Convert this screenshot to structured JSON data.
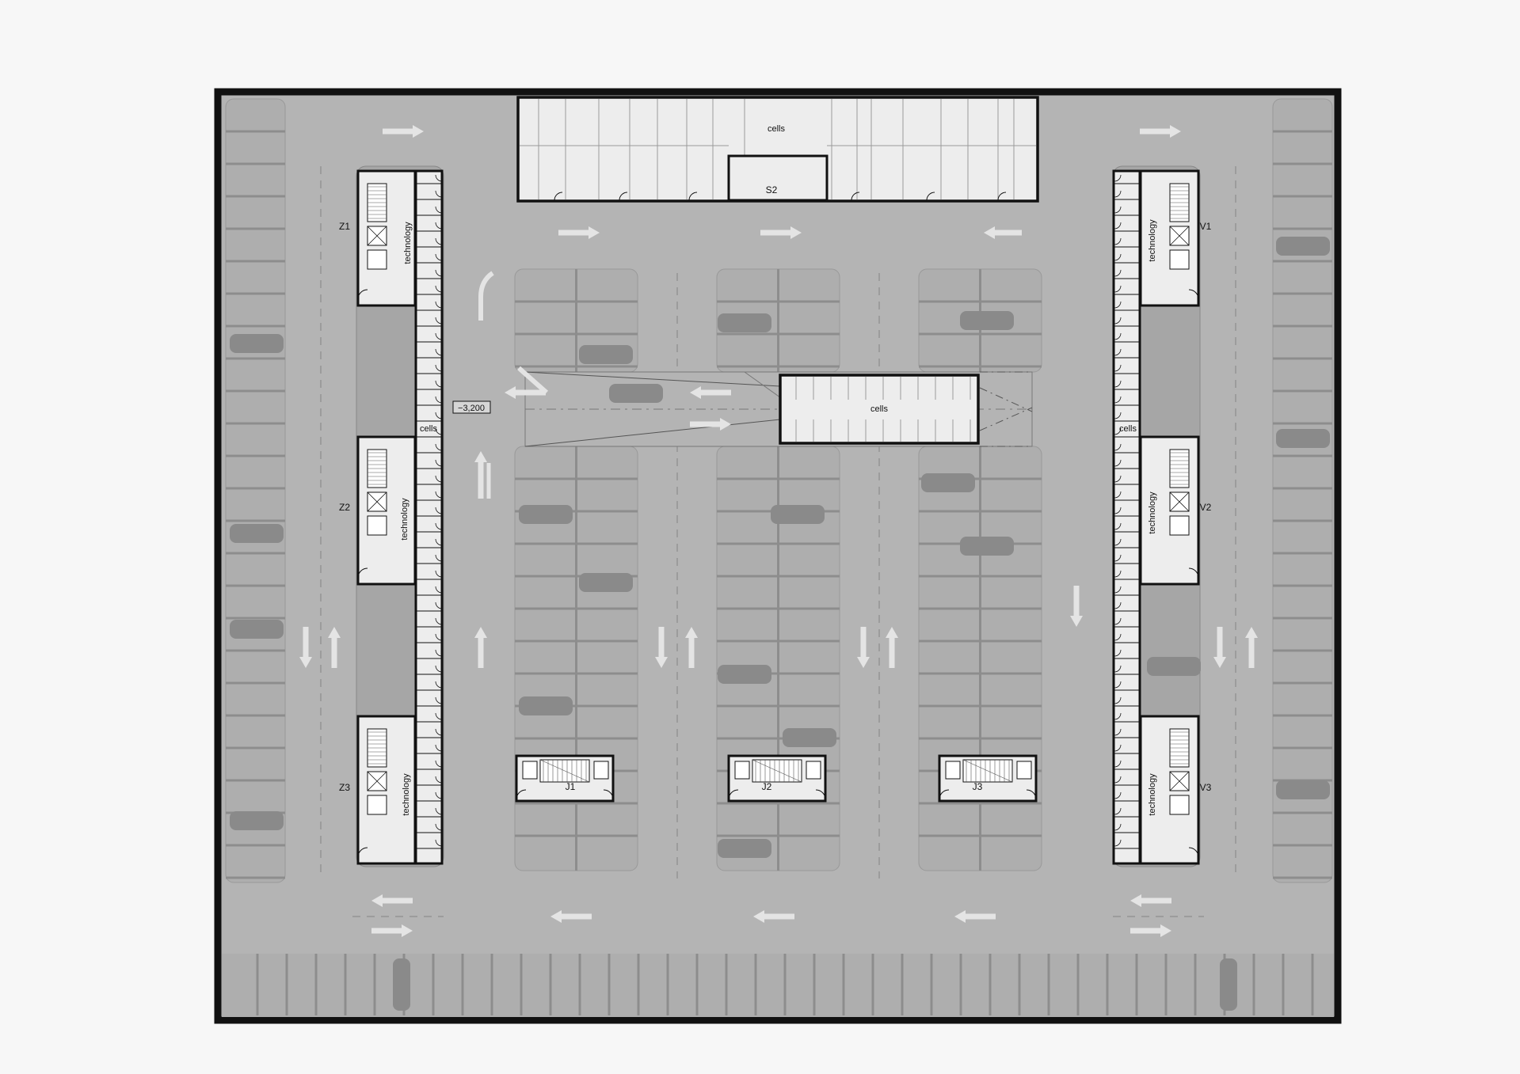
{
  "colors": {
    "background": "#f7f7f7",
    "floor": "#b4b4b4",
    "parking_bay": "#aeaeae",
    "bay_line": "#8d8d8d",
    "wall": "#111111",
    "room_fill": "#ededed",
    "car": "#8a8a8a",
    "arrow": "#e4e4e4"
  },
  "labels": {
    "top_cells": "cells",
    "center_cells": "cells",
    "left_cells": "cells",
    "right_cells": "cells",
    "level": "−3,200",
    "technology": "technology"
  },
  "cores": [
    {
      "id": "z1",
      "label": "Z1"
    },
    {
      "id": "z2",
      "label": "Z2"
    },
    {
      "id": "z3",
      "label": "Z3"
    },
    {
      "id": "v1",
      "label": "V1"
    },
    {
      "id": "v2",
      "label": "V2"
    },
    {
      "id": "v3",
      "label": "V3"
    },
    {
      "id": "s2",
      "label": "S2"
    },
    {
      "id": "j1",
      "label": "J1"
    },
    {
      "id": "j2",
      "label": "J2"
    },
    {
      "id": "j3",
      "label": "J3"
    }
  ],
  "icons": {
    "arrow": "direction-arrow-icon",
    "car": "car-icon",
    "door": "door-swing-icon",
    "elevator": "elevator-icon",
    "stair": "stair-icon"
  }
}
